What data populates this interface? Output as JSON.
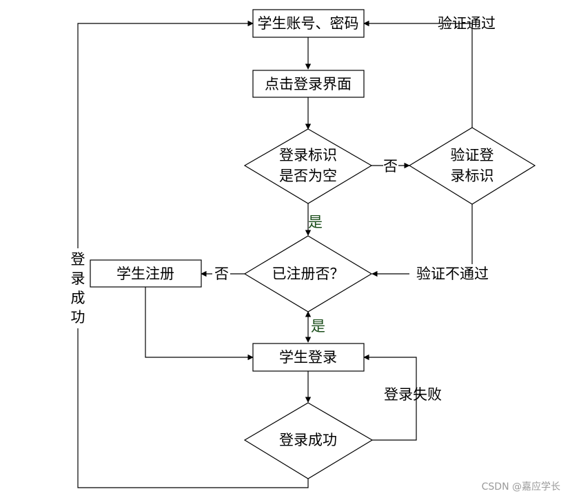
{
  "nodes": {
    "account_input": "学生账号、密码",
    "click_login_page": "点击登录界面",
    "login_flag_empty": [
      "登录标识",
      "是否为空"
    ],
    "verify_login_flag": [
      "验证登",
      "录标识"
    ],
    "registered": "已注册否？",
    "student_register": "学生注册",
    "student_login": "学生登录",
    "login_success_check": "登录成功"
  },
  "edge_labels": {
    "verify_pass": "验证通过",
    "no_1": "否",
    "yes_1": "是",
    "no_2": "否",
    "verify_fail": "验证不通过",
    "yes_2": "是",
    "login_fail": "登录失败",
    "login_success": [
      "登",
      "录",
      "成",
      "功"
    ]
  },
  "watermark": "CSDN @嘉应学长"
}
